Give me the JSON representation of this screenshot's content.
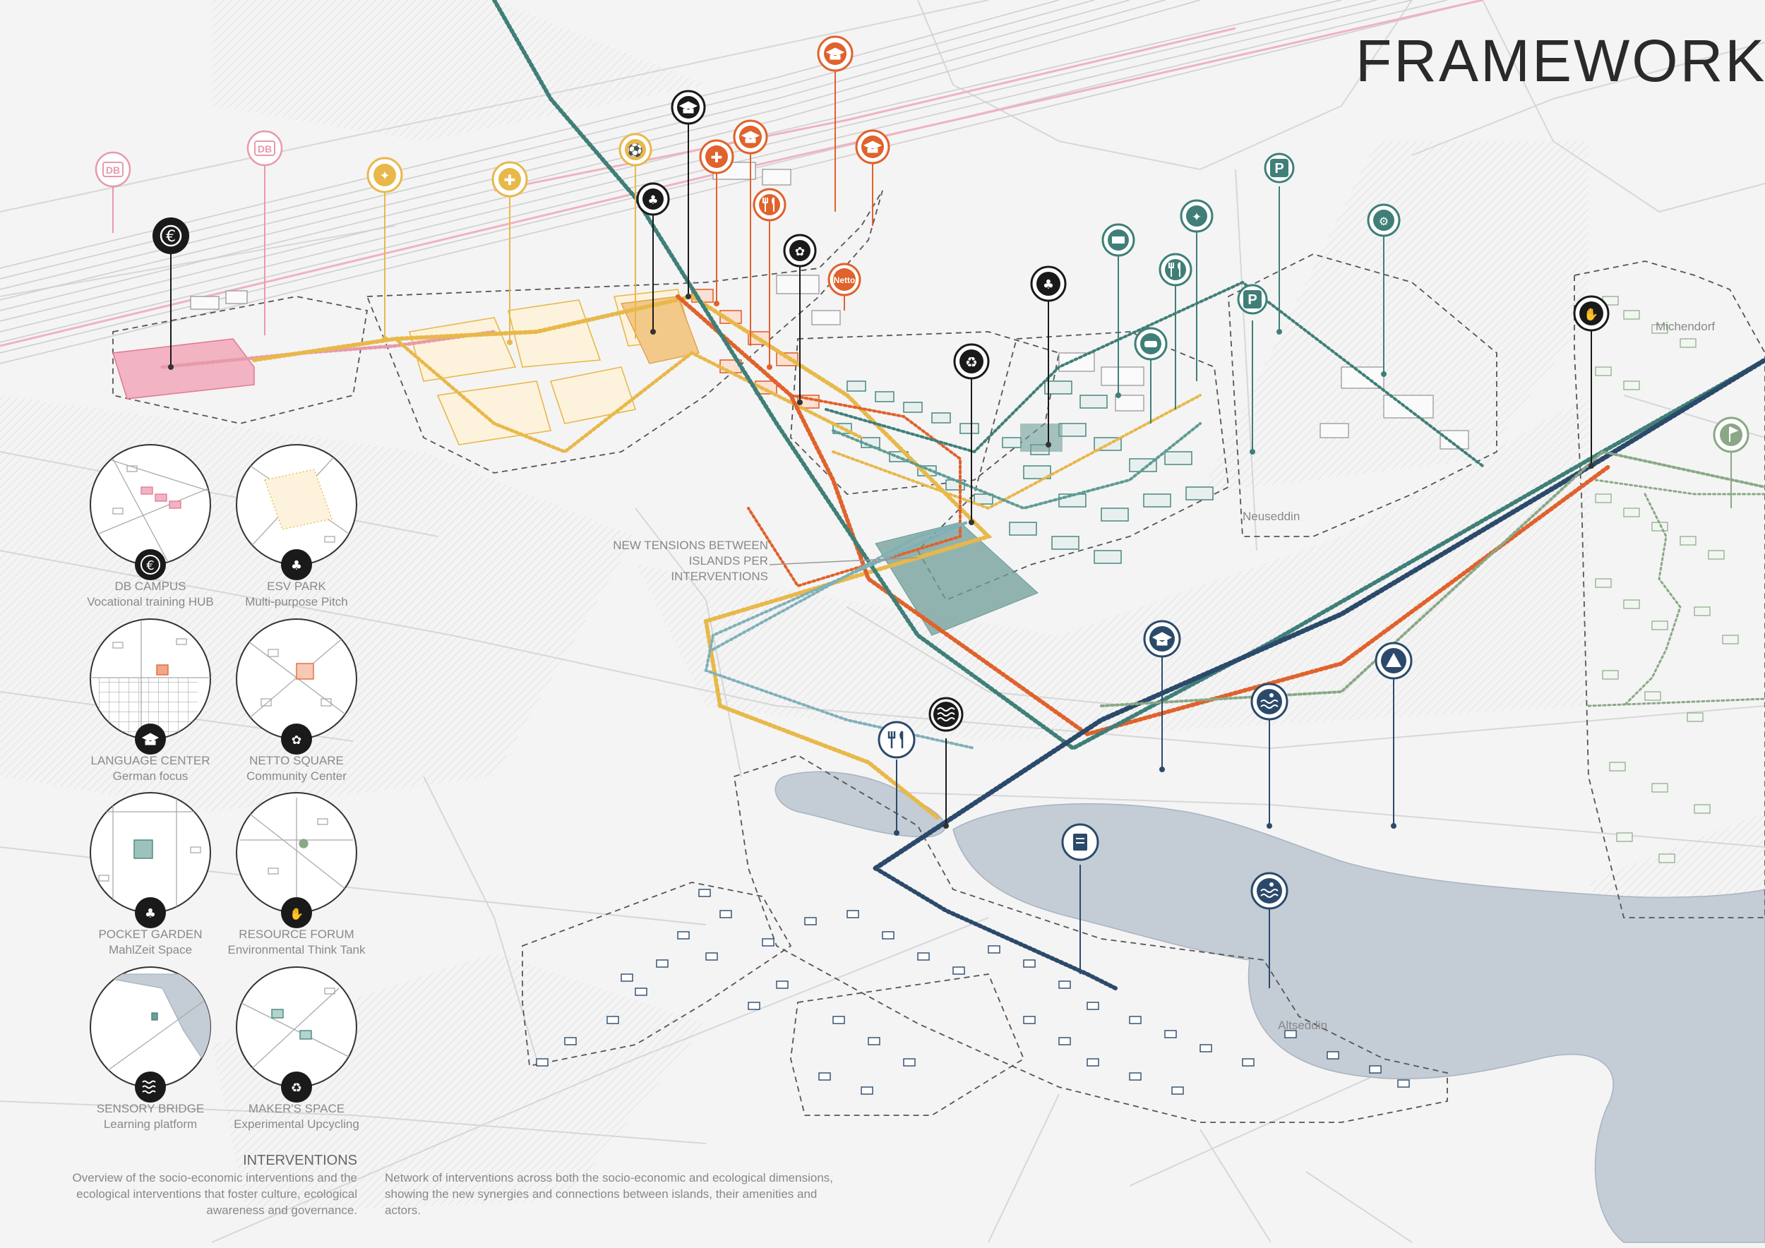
{
  "title": "FRAMEWORK",
  "place_names": {
    "michendorf": "Michendorf",
    "neuseddin": "Neuseddin",
    "altseddin": "Altseddin"
  },
  "tension_label": [
    "NEW TENSIONS BETWEEN",
    "ISLANDS PER INTERVENTIONS"
  ],
  "interventions": [
    {
      "name": "DB CAMPUS",
      "sub": "Vocational training HUB",
      "icon": "euro-icon"
    },
    {
      "name": "ESV PARK",
      "sub": "Multi-purpose Pitch",
      "icon": "tree-icon"
    },
    {
      "name": "LANGUAGE CENTER",
      "sub": "German focus",
      "icon": "graduation-cap-icon"
    },
    {
      "name": "NETTO SQUARE",
      "sub": "Community Center",
      "icon": "community-icon"
    },
    {
      "name": "POCKET GARDEN",
      "sub": "MahlZeit Space",
      "icon": "tree-icon"
    },
    {
      "name": "RESOURCE FORUM",
      "sub": "Environmental Think Tank",
      "icon": "handshake-icon"
    },
    {
      "name": "SENSORY BRIDGE",
      "sub": "Learning platform",
      "icon": "waves-icon"
    },
    {
      "name": "MAKER'S SPACE",
      "sub": "Experimental Upcycling",
      "icon": "recycle-icon"
    }
  ],
  "interventions_heading": "INTERVENTIONS",
  "interventions_description": "Overview of the socio-economic interventions and the ecological interventions that foster culture, ecological awareness and governance.",
  "network_description": "Network of interventions across both the socio-economic and ecological dimensions, showing the new synergies and connections between islands, their amenities and actors.",
  "pin_labels": {
    "db": "DB",
    "netto": "Netto",
    "parking": "P"
  },
  "colors": {
    "pink": "#e89aaa",
    "yellow": "#e8b84a",
    "orange": "#e0622c",
    "teal": "#3f7f78",
    "navy": "#2b4a6b",
    "sage": "#8aa886",
    "water": "#c4ccd6",
    "black": "#1a1a1a"
  }
}
